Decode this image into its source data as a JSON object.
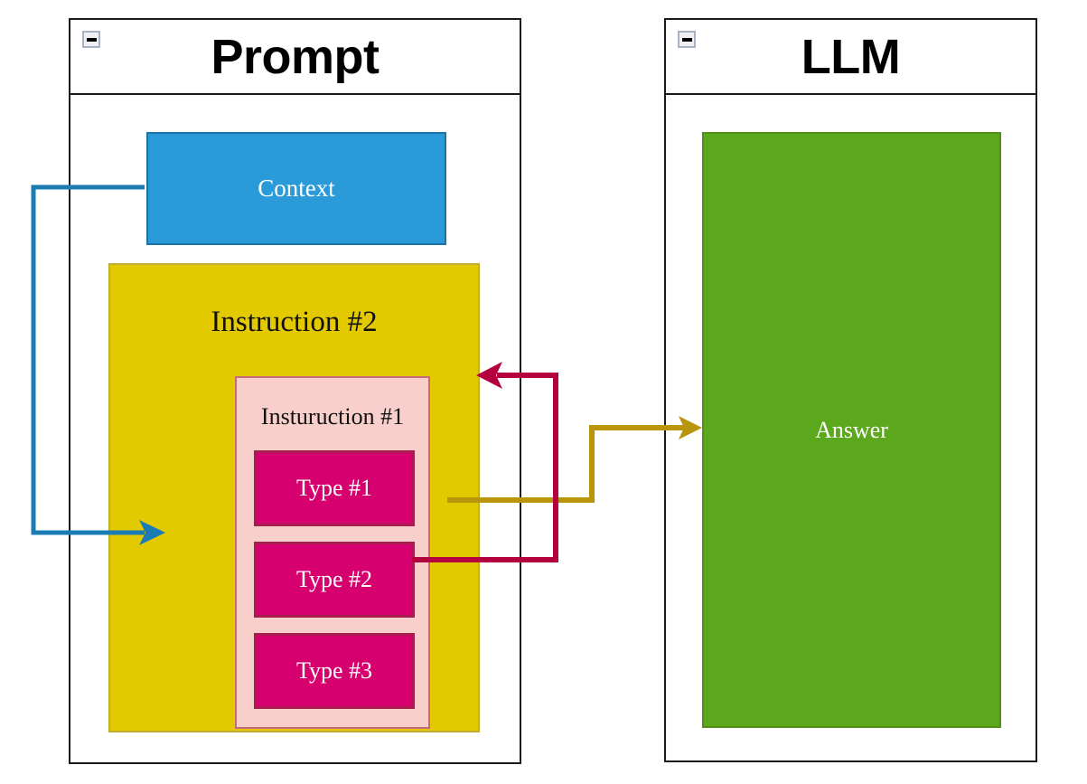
{
  "diagram": {
    "title_left": "Prompt",
    "title_right": "LLM",
    "collapse_icon": "minus-icon"
  },
  "panels": [
    {
      "id": "prompt",
      "title": "Prompt",
      "collapse_label": "minus-icon"
    },
    {
      "id": "llm",
      "title": "LLM",
      "collapse_label": "minus-icon"
    }
  ],
  "blocks": {
    "context": {
      "label": "Context",
      "fill": "#2B9AD9",
      "stroke": "#1B73A8",
      "text_color": "#FFFFFF"
    },
    "instruction2": {
      "label": "Instruction #2",
      "fill": "#E3C900",
      "stroke": "#C3AD30",
      "text_color": "#111111"
    },
    "instruction1": {
      "label": "Insturuction #1",
      "fill": "#F8CFCB",
      "stroke": "#C96A78",
      "text_color": "#111111"
    },
    "types": [
      {
        "label": "Type #1",
        "fill": "#D6006E",
        "stroke": "#A61D4E",
        "text_color": "#FFFFFF"
      },
      {
        "label": "Type #2",
        "fill": "#D6006E",
        "stroke": "#A61D4E",
        "text_color": "#FFFFFF"
      },
      {
        "label": "Type #3",
        "fill": "#D6006E",
        "stroke": "#A61D4E",
        "text_color": "#FFFFFF"
      }
    ],
    "answer": {
      "label": "Answer",
      "fill": "#5CA81C",
      "stroke": "#4E9018",
      "text_color": "#FFFFFF"
    }
  },
  "connectors": [
    {
      "id": "context-to-type2",
      "color": "#1B7CB5",
      "from": "context",
      "to": "type2",
      "arrowhead": "end"
    },
    {
      "id": "type2-to-instruction2",
      "color": "#B5003F",
      "from": "type2",
      "to": "instruction2",
      "arrowhead": "end"
    },
    {
      "id": "instruction2-to-answer",
      "color": "#B8950B",
      "from": "instruction2",
      "to": "answer",
      "arrowhead": "end"
    }
  ]
}
